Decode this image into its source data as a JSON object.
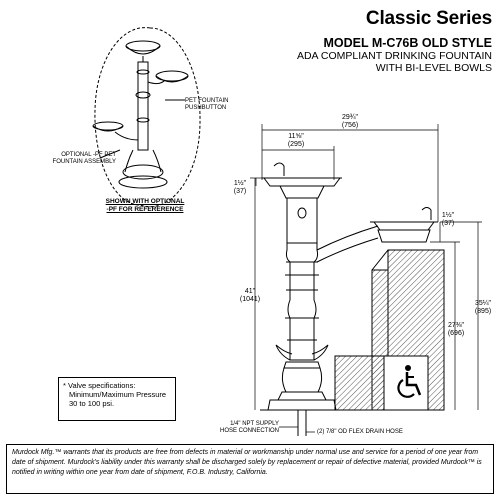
{
  "header": {
    "series": "Classic Series",
    "model": "MODEL M-C76B OLD STYLE",
    "desc_line1": "ADA COMPLIANT DRINKING FOUNTAIN",
    "desc_line2": "WITH BI-LEVEL BOWLS"
  },
  "callouts": {
    "pet_pushbutton_1": "PET FOUNTAIN",
    "pet_pushbutton_2": "PUSHBUTTON",
    "optional_pf_1": "OPTIONAL -PF PET",
    "optional_pf_2": "FOUNTAIN ASSEMBLY",
    "shown_1": "SHOWN WITH OPTIONAL",
    "shown_2": "-PF FOR REFERERENCE",
    "npt_1": "1/4\" NPT SUPPLY",
    "npt_2": "HOSE CONNECTION",
    "drain": "(2) 7/8\" OD FLEX DRAIN HOSE"
  },
  "dimensions": {
    "width_in": "29¾\"",
    "width_mm": "(756)",
    "bowl_in": "11⅝\"",
    "bowl_mm": "(295)",
    "left_rim_in": "1½\"",
    "left_rim_mm": "(37)",
    "right_rim_in": "1½\"",
    "right_rim_mm": "(37)",
    "height_in": "41\"",
    "height_mm": "(1041)",
    "high_in": "35¼\"",
    "high_mm": "(895)",
    "low_in": "27⅜\"",
    "low_mm": "(696)"
  },
  "valve": {
    "line1": "* Valve specifications:",
    "line2": "Minimum/Maximum Pressure",
    "line3": "30 to 100 psi."
  },
  "footer": {
    "text": "Murdock Mfg.™ warrants that its products are free from defects in material or workmanship under normal use and service for a period of one year from date of shipment. Murdock's liability under this warranty shall be discharged solely by replacement or repair of defective material, provided Murdock™ is notified in writing within one year from date of shipment, F.O.B. Industry, California."
  },
  "colors": {
    "ink": "#000000",
    "hatch": "#555555",
    "accessibility_bg": "#ffffff"
  },
  "icons": [
    "wheelchair-icon"
  ]
}
